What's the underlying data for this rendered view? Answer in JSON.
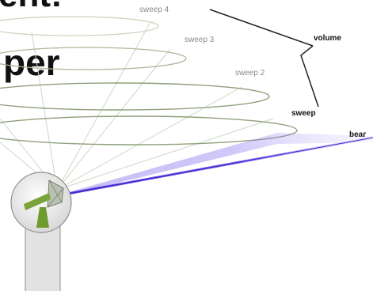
{
  "heading": {
    "line1": "ent:",
    "line2": "per"
  },
  "labels": {
    "sweep4": "sweep 4",
    "sweep3": "sweep 3",
    "sweep2": "sweep 2",
    "sweep": "sweep",
    "volume": "volume",
    "beam": "bear"
  },
  "colors": {
    "beam": "#5b3fe0",
    "beam_glow": "#c8b8ff",
    "sweep_ring": "#8ea07a",
    "sweep_ring_faint": "#c9d2be",
    "cone_lines": "#cfd7c6",
    "pointer": "#222222",
    "tower": "#e2e2e2",
    "antenna_green": "#7aa33a"
  },
  "icons": {
    "radar_dish": "radar-dish-icon"
  }
}
